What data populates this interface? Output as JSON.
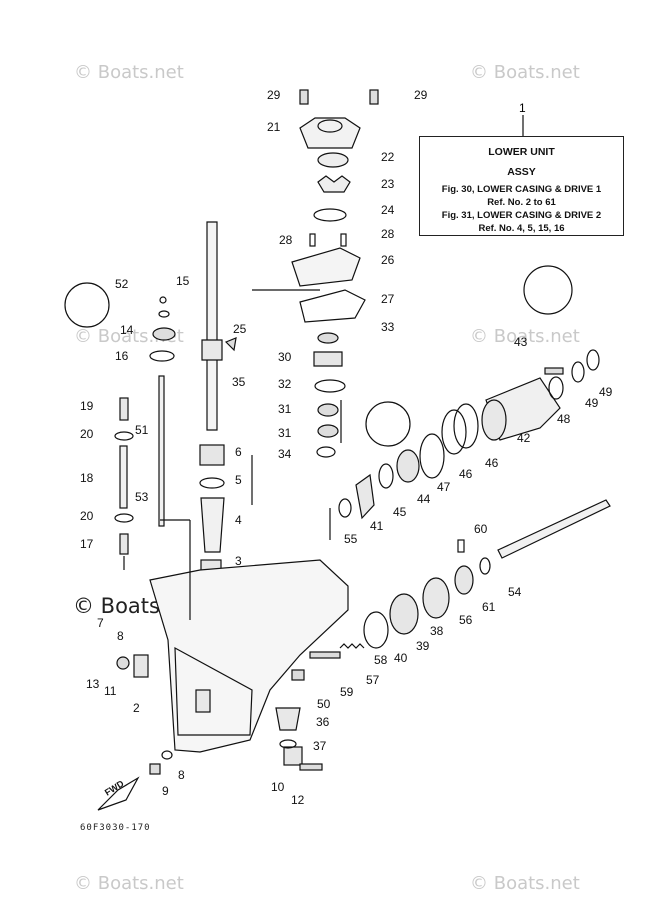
{
  "watermark": {
    "text": "© Boats.net"
  },
  "assy_box": {
    "ref": "1",
    "line1": "LOWER UNIT",
    "line2": "ASSY",
    "line3": "Fig. 30, LOWER CASING & DRIVE 1",
    "line4": "Ref. No. 2 to 61",
    "line5": "Fig. 31, LOWER CASING & DRIVE 2",
    "line6": "Ref. No. 4, 5, 15, 16"
  },
  "fwd_label": "FWD",
  "diagram_code": "60F3030-170",
  "callouts": [
    "29",
    "29",
    "21",
    "22",
    "23",
    "24",
    "28",
    "28",
    "26",
    "27",
    "33",
    "30",
    "32",
    "31",
    "31",
    "34",
    "6",
    "5",
    "4",
    "3",
    "52",
    "15",
    "14",
    "16",
    "25",
    "35",
    "19",
    "20",
    "51",
    "18",
    "53",
    "20",
    "17",
    "7",
    "8",
    "13",
    "11",
    "2",
    "8",
    "9",
    "10",
    "12",
    "43",
    "49",
    "49",
    "48",
    "42",
    "46",
    "46",
    "47",
    "44",
    "45",
    "41",
    "55",
    "60",
    "54",
    "61",
    "56",
    "38",
    "39",
    "40",
    "58",
    "57",
    "59",
    "50",
    "36",
    "37"
  ]
}
